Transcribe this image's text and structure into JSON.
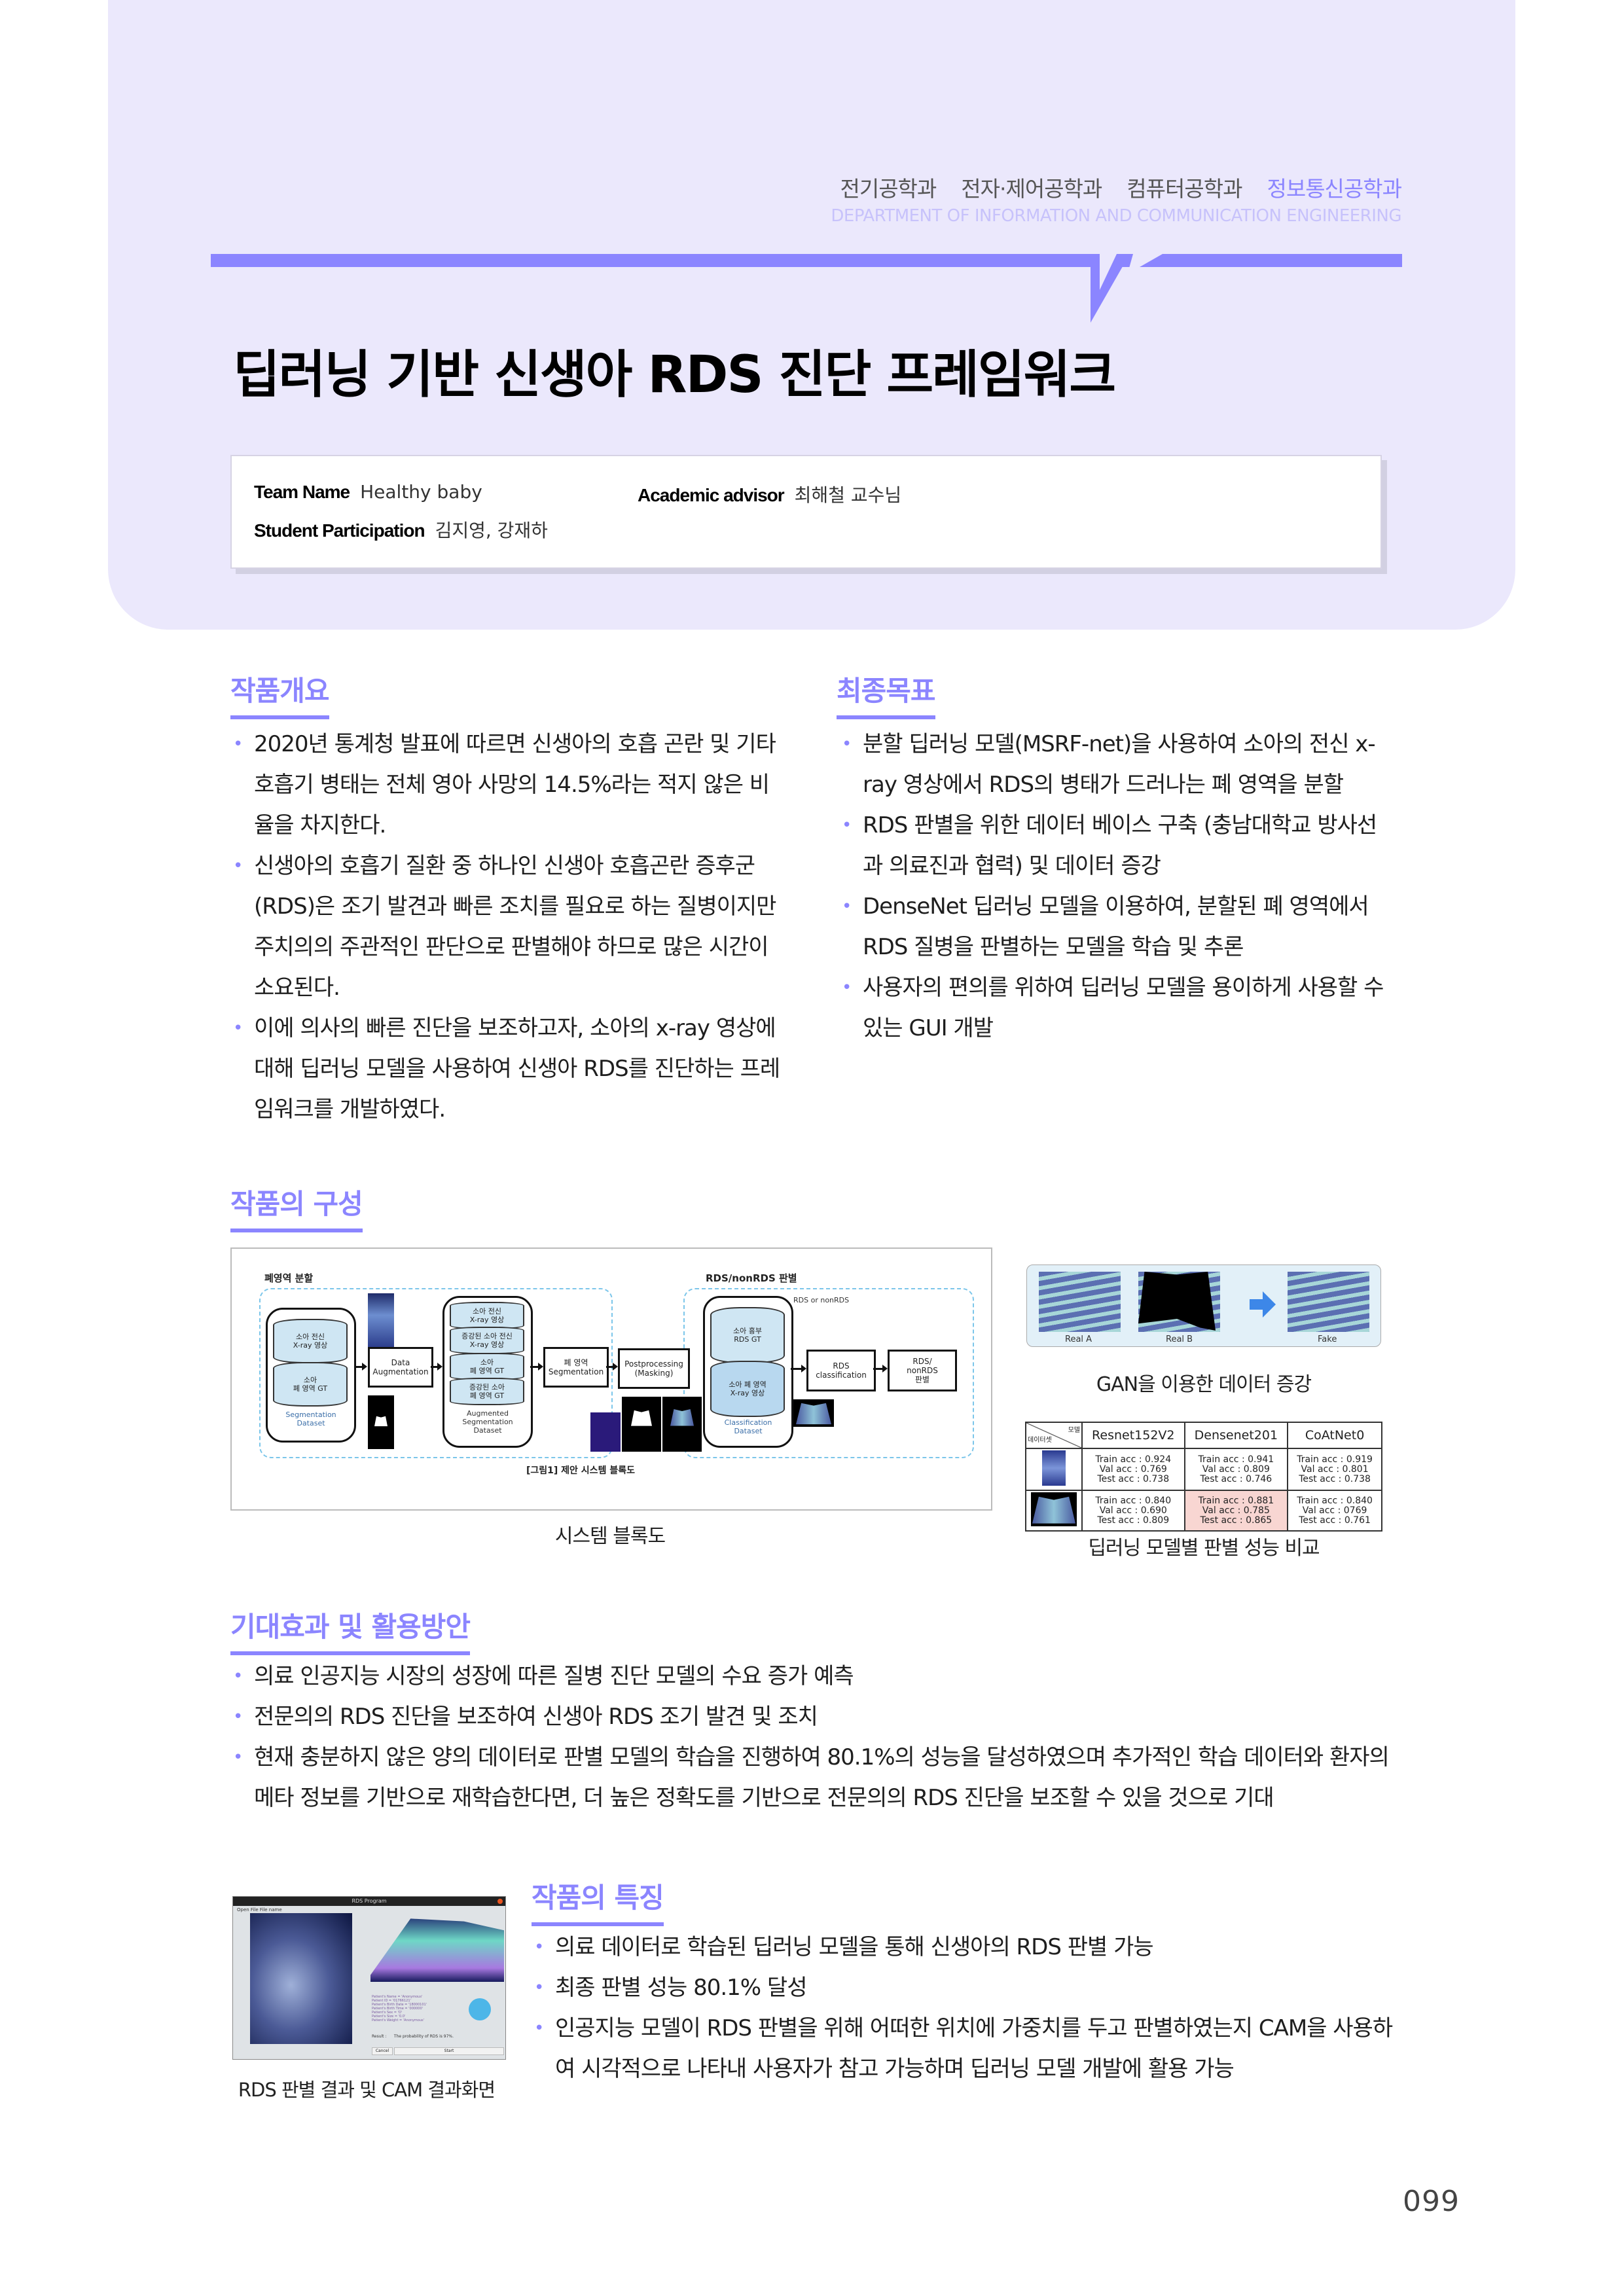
{
  "header": {
    "departments": [
      {
        "label": "전기공학과",
        "active": false
      },
      {
        "label": "전자·제어공학과",
        "active": false
      },
      {
        "label": "컴퓨터공학과",
        "active": false
      },
      {
        "label": "정보통신공학과",
        "active": true
      }
    ],
    "department_en": "DEPARTMENT OF INFORMATION AND COMMUNICATION ENGINEERING",
    "title": "딥러닝 기반 신생아 RDS 진단 프레임워크",
    "accent_color": "#8b85ff",
    "band_color": "#ebe8fc"
  },
  "info": {
    "team_name_label": "Team Name",
    "team_name": "Healthy baby",
    "advisor_label": "Academic advisor",
    "advisor": "최해철 교수님",
    "students_label": "Student Participation",
    "students": "김지영, 강재하"
  },
  "overview": {
    "heading": "작품개요",
    "bullets": [
      "2020년 통계청 발표에 따르면 신생아의 호흡 곤란 및 기타 호흡기 병태는 전체 영아 사망의 14.5%라는 적지 않은 비율을 차지한다.",
      "신생아의 호흡기 질환 중 하나인 신생아 호흡곤란 증후군(RDS)은 조기 발견과 빠른 조치를 필요로 하는 질병이지만 주치의의 주관적인 판단으로 판별해야 하므로 많은 시간이 소요된다.",
      "이에 의사의 빠른 진단을 보조하고자, 소아의 x-ray 영상에 대해 딥러닝 모델을 사용하여 신생아 RDS를 진단하는 프레임워크를 개발하였다."
    ]
  },
  "goals": {
    "heading": "최종목표",
    "bullets": [
      "분할 딥러닝 모델(MSRF-net)을 사용하여 소아의 전신 x-ray 영상에서 RDS의 병태가 드러나는 폐 영역을 분할",
      "RDS 판별을 위한 데이터 베이스 구축 (충남대학교 방사선과 의료진과 협력) 및 데이터 증강",
      "DenseNet 딥러닝 모델을 이용하여, 분할된 폐 영역에서 RDS 질병을 판별하는 모델을 학습 및 추론",
      "사용자의 편의를 위하여 딥러닝 모델을 용이하게 사용할 수 있는 GUI 개발"
    ]
  },
  "composition": {
    "heading": "작품의 구성",
    "diagram": {
      "section1_title": "폐영역 분할",
      "section2_title": "RDS/nonRDS 판별",
      "seg_db": {
        "top": "소아 전신\nX-ray 영상",
        "bottom": "소아\n폐 영역 GT",
        "caption": "Segmentation\nDataset"
      },
      "data_aug": "Data\nAugmentation",
      "aug_db": {
        "c1": "소아 전신\nX-ray 영상",
        "c2": "증강된 소아 전신\nX-ray 영상",
        "c3": "소아\n폐 영역 GT",
        "c4": "증강된 소아\n폐 영역 GT",
        "caption": "Augmented\nSegmentation\nDataset"
      },
      "seg_box": "폐 영역\nSegmentation",
      "post_box": "Postprocessing\n(Masking)",
      "cls_db": {
        "top": "소아 흉부\nRDS GT",
        "bottom": "소아 폐 영역\nX-ray 영상",
        "caption": "Classification\nDataset"
      },
      "rds_or_non": "RDS or nonRDS",
      "cls_box": "RDS\nclassification",
      "result_box": "RDS/\nnonRDS\n판별",
      "figure_caption": "[그림1] 제안 시스템 블록도"
    },
    "diagram_caption": "시스템 블록도",
    "gan": {
      "labels": [
        "Real A",
        "Real B",
        "Fake"
      ],
      "caption": "GAN을 이용한 데이터 증강"
    },
    "table": {
      "corner_top": "모델",
      "corner_bottom": "데이터셋",
      "columns": [
        "Resnet152V2",
        "Densenet201",
        "CoAtNet0"
      ],
      "rows": [
        {
          "dataset": "full-body x-ray",
          "cells": [
            [
              "Train acc : 0.924",
              "Val acc : 0.769",
              "Test acc : 0.738"
            ],
            [
              "Train acc : 0.941",
              "Val acc : 0.809",
              "Test acc : 0.746"
            ],
            [
              "Train acc : 0.919",
              "Val acc : 0.801",
              "Test acc : 0.738"
            ]
          ]
        },
        {
          "dataset": "segmented lung x-ray",
          "cells": [
            [
              "Train acc : 0.840",
              "Val acc : 0.690",
              "Test acc : 0.809"
            ],
            [
              "Train acc : 0.881",
              "Val acc : 0.785",
              "Test acc : 0.865"
            ],
            [
              "Train acc : 0.840",
              "Val acc : 0769",
              "Test acc : 0.761"
            ]
          ]
        }
      ],
      "highlight_cell": "Densenet201 / segmented lung x-ray",
      "caption": "딥러닝 모델별 판별 성능 비교"
    }
  },
  "effects": {
    "heading": "기대효과 및 활용방안",
    "bullets": [
      "의료 인공지능 시장의 성장에 따른 질병 진단 모델의 수요 증가 예측",
      "전문의의 RDS 진단을 보조하여 신생아 RDS 조기 발견 및 조치",
      "현재 충분하지 않은 양의 데이터로 판별 모델의 학습을 진행하여 80.1%의 성능을 달성하였으며 추가적인 학습 데이터와 환자의 메타 정보를 기반으로 재학습한다면, 더 높은 정확도를 기반으로 전문의의 RDS 진단을 보조할 수 있을 것으로 기대"
    ]
  },
  "features": {
    "heading": "작품의 특징",
    "bullets": [
      "의료 데이터로 학습된 딥러닝 모델을 통해 신생아의 RDS 판별 가능",
      "최종 판별 성능 80.1% 달성",
      "인공지능 모델이 RDS 판별을 위해 어떠한 위치에 가중치를 두고 판별하였는지 CAM을 사용하여 시각적으로 나타내 사용자가 참고 가능하며 딥러닝 모델 개발에 활용 가능"
    ],
    "gui": {
      "window_title": "RDS Program",
      "menu": "Open File    File name",
      "patient_info": "Patient's Name = 'Anonymous'\nPatient ID = '01766121'\nPatient's Birth Date = '18000101'\nPatient's Birth Time = '000000'\nPatient's Sex = 'O'\nPatient's Size = '0.0'\nPatient's Weight = 'Anonymous'",
      "result": "Result :      The probability of RDS is 97%.",
      "cancel": "Cancel",
      "start": "Start"
    },
    "gui_caption": "RDS 판별 결과 및 CAM 결과화면"
  },
  "page_number": "099"
}
